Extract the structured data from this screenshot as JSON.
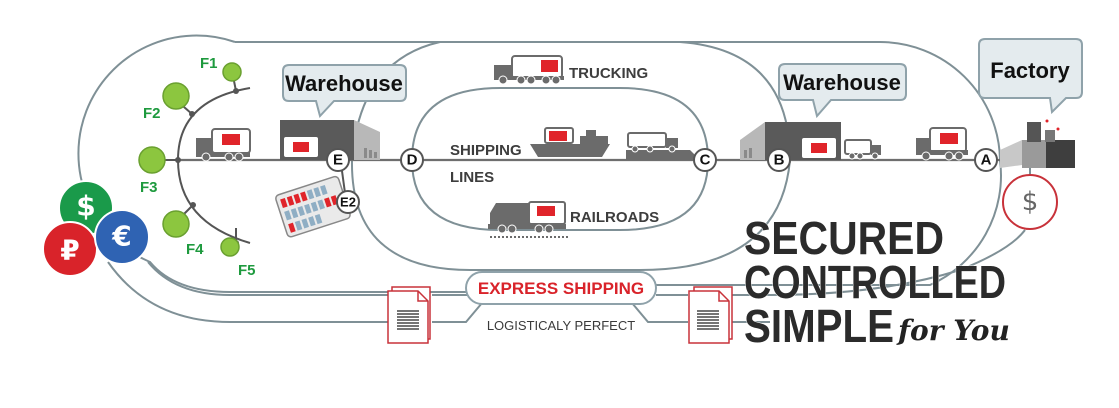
{
  "diagram": {
    "labels": {
      "warehouse_left": "Warehouse",
      "warehouse_right": "Warehouse",
      "factory": "Factory"
    },
    "nodes": [
      "A",
      "B",
      "C",
      "D",
      "E",
      "E2"
    ],
    "suppliers": [
      "F1",
      "F2",
      "F3",
      "F4",
      "F5"
    ],
    "transport_modes": {
      "trucking": "TRUCKING",
      "shipping_line1": "SHIPPING",
      "shipping_line2": "LINES",
      "railroads": "RAILROADS"
    },
    "express": {
      "title": "EXPRESS SHIPPING",
      "subtitle": "LOGISTICALY PERFECT"
    },
    "currencies": {
      "dollar": "$",
      "ruble": "₽",
      "euro": "€",
      "payment": "$"
    },
    "slogan": {
      "line1": "SECURED",
      "line2": "CONTROLLED",
      "line3": "SIMPLE",
      "script": "for You"
    },
    "colors": {
      "accent_red": "#e0242a",
      "supplier_green": "#8cc63f",
      "label_green": "#1e9a3e",
      "dollar_coin": "#1a9a4a",
      "ruble_coin": "#d9232a",
      "euro_coin": "#2f63b3",
      "route_line": "#7f9096"
    }
  }
}
